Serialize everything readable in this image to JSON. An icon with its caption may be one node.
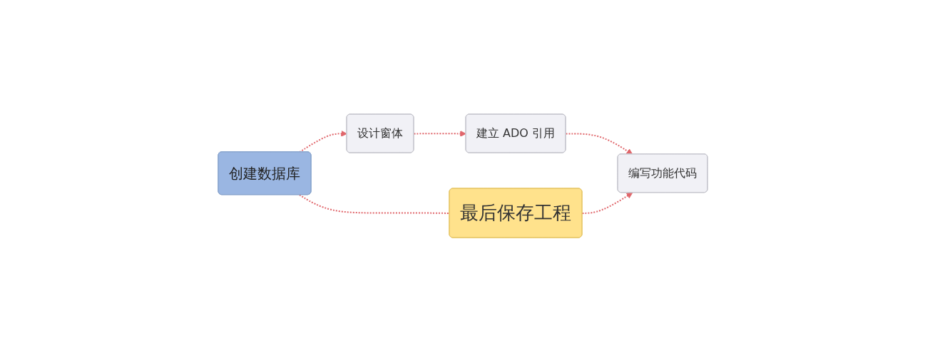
{
  "diagram": {
    "nodes": [
      {
        "text": [
          "创建数据库"
        ]
      },
      {
        "text": [
          "设计窗体"
        ]
      },
      {
        "text": [
          "建立 ADO 引用"
        ]
      },
      {
        "text": [
          "编写功能代码"
        ]
      },
      {
        "text": [
          "最后保存工程"
        ]
      }
    ],
    "edges": [
      {
        "from": 0,
        "to": 1,
        "arrow": "to",
        "style": "dashed"
      },
      {
        "from": 1,
        "to": 2,
        "arrow": "to",
        "style": "dashed"
      },
      {
        "from": 2,
        "to": 3,
        "arrow": "to",
        "style": "dashed"
      },
      {
        "from": 0,
        "to": 4,
        "arrow": "none",
        "style": "dashed"
      },
      {
        "from": 4,
        "to": 3,
        "arrow": "to",
        "style": "dashed"
      }
    ]
  }
}
